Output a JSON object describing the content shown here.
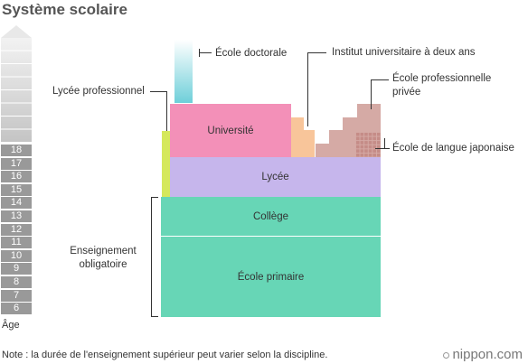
{
  "title": "Système scolaire",
  "ages": [
    "18",
    "17",
    "16",
    "15",
    "14",
    "13",
    "12",
    "11",
    "10",
    "9",
    "8",
    "7",
    "6"
  ],
  "age_label": "Âge",
  "blocks": {
    "university": "Université",
    "lycee": "Lycée",
    "college": "Collège",
    "primary": "École primaire"
  },
  "labels": {
    "doctoral": "École doctorale",
    "institute": "Institut universitaire à deux ans",
    "vocational_school": "École professionnelle\nprivée",
    "language_school": "École de langue japonaise",
    "vocational_lycee": "Lycée professionnel",
    "compulsory": "Enseignement\nobligatoire"
  },
  "note": "Note : la durée de l'enseignement supérieur peut varier selon la discipline.",
  "logo": "nippon.com",
  "colors": {
    "university": "#f390b8",
    "lycee": "#c6b6ec",
    "compulsory": "#67d6b6",
    "doctoral": "#6ecfd9",
    "institute": "#f8c59a",
    "private": "#d5aaa5",
    "language": "#c58c87",
    "vocational": "#d5e85c",
    "age": "#999999"
  }
}
